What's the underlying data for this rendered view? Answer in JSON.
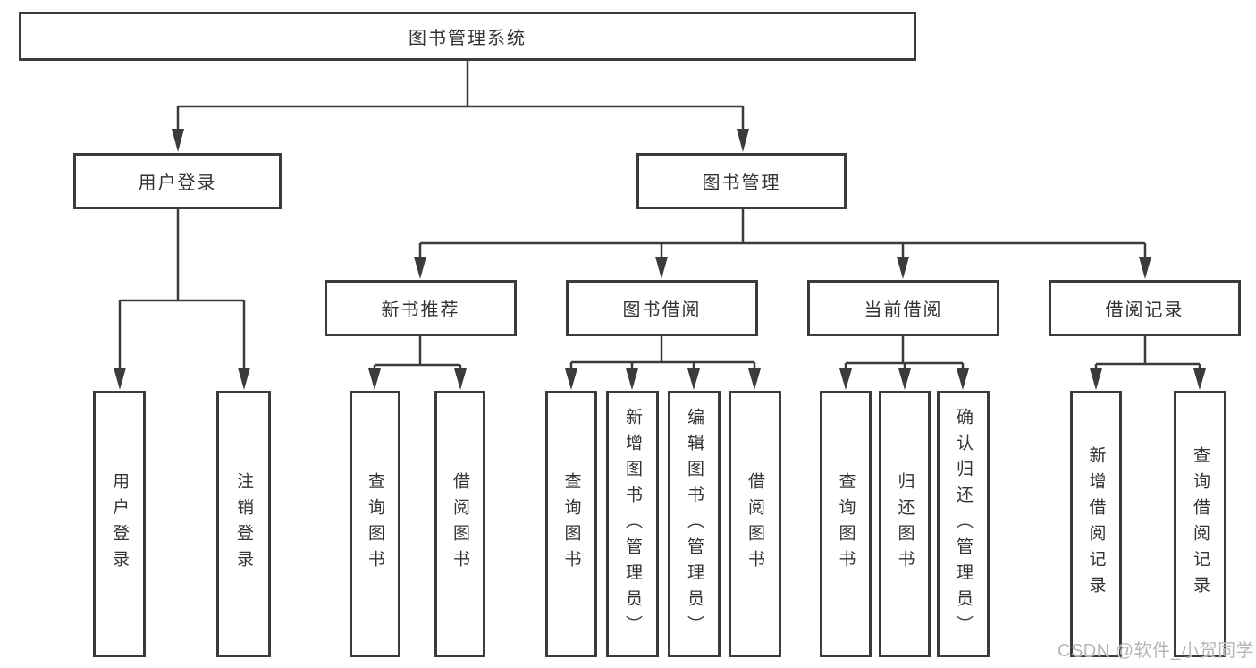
{
  "diagram": {
    "root": {
      "label": "图书管理系统"
    },
    "level2": [
      {
        "label": "用户登录"
      },
      {
        "label": "图书管理"
      }
    ],
    "level3": [
      {
        "label": "新书推荐"
      },
      {
        "label": "图书借阅"
      },
      {
        "label": "当前借阅"
      },
      {
        "label": "借阅记录"
      }
    ],
    "leaves": [
      {
        "label": "用户登录"
      },
      {
        "label": "注销登录"
      },
      {
        "label": "查询图书"
      },
      {
        "label": "借阅图书"
      },
      {
        "label": "查询图书"
      },
      {
        "label": "新增图书（管理员）"
      },
      {
        "label": "编辑图书（管理员）"
      },
      {
        "label": "借阅图书"
      },
      {
        "label": "查询图书"
      },
      {
        "label": "归还图书"
      },
      {
        "label": "确认归还（管理员）"
      },
      {
        "label": "新增借阅记录"
      },
      {
        "label": "查询借阅记录"
      }
    ],
    "colors": {
      "line": "#3b3b3b",
      "text": "#333333",
      "background": "#ffffff",
      "watermark": "#b5b7bb"
    }
  },
  "watermark": {
    "text": "CSDN @软件_小贺同学"
  }
}
